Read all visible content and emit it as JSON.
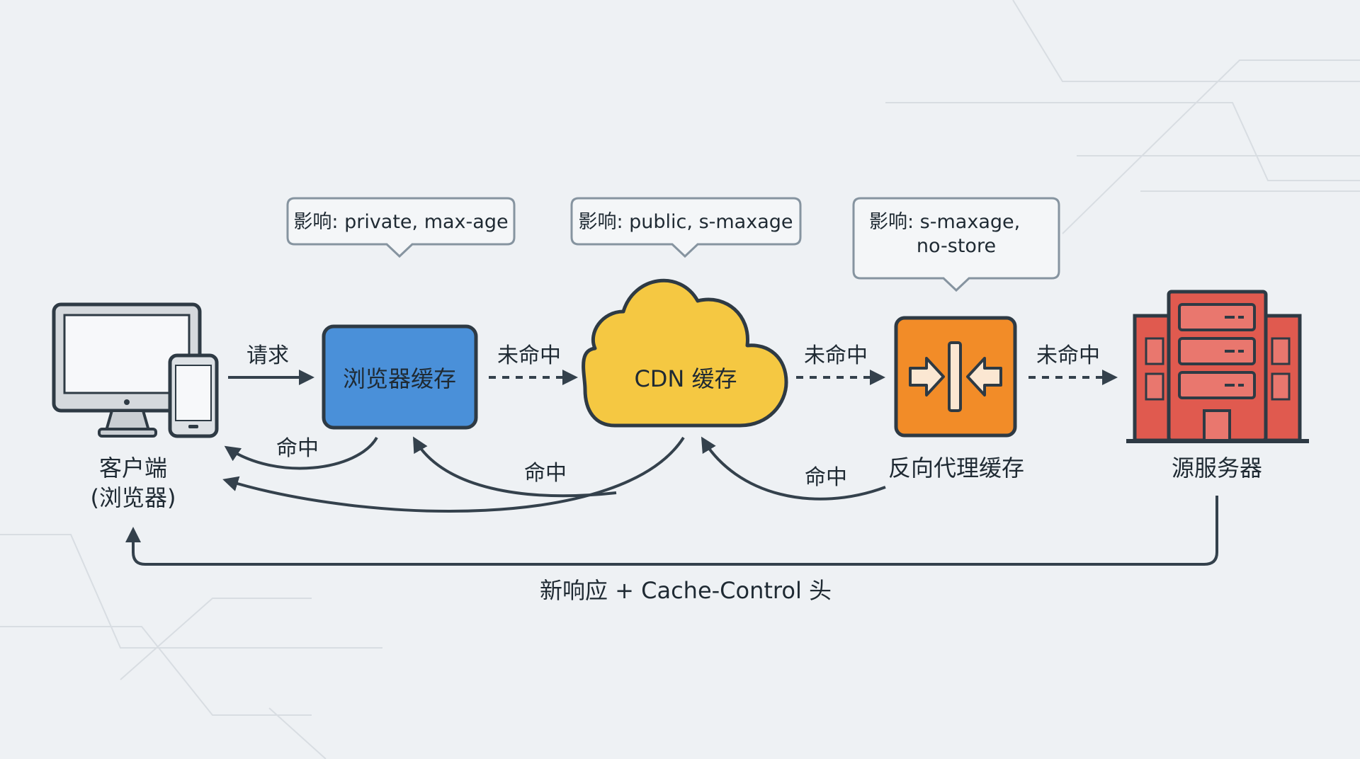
{
  "bubbles": {
    "browser": "影响: private, max-age",
    "cdn": "影响: public, s-maxage",
    "proxy_line1": "影响:  s-maxage,",
    "proxy_line2": "no-store"
  },
  "nodes": {
    "client_line1": "客户端",
    "client_line2": "(浏览器)",
    "browser_cache": "浏览器缓存",
    "cdn_cache": "CDN 缓存",
    "reverse_proxy": "反向代理缓存",
    "origin": "源服务器"
  },
  "arrows": {
    "request": "请求",
    "miss_1": "未命中",
    "miss_2": "未命中",
    "miss_3": "未命中",
    "hit_browser": "命中",
    "hit_cdn": "命中",
    "hit_proxy": "命中",
    "response": "新响应 + Cache-Control 头"
  },
  "colors": {
    "background": "#eef1f4",
    "browser_cache": "#4a90d9",
    "cdn_cache": "#f5c842",
    "reverse_proxy": "#f28c28",
    "origin": "#e05a4f",
    "outline": "#2e3a44"
  }
}
